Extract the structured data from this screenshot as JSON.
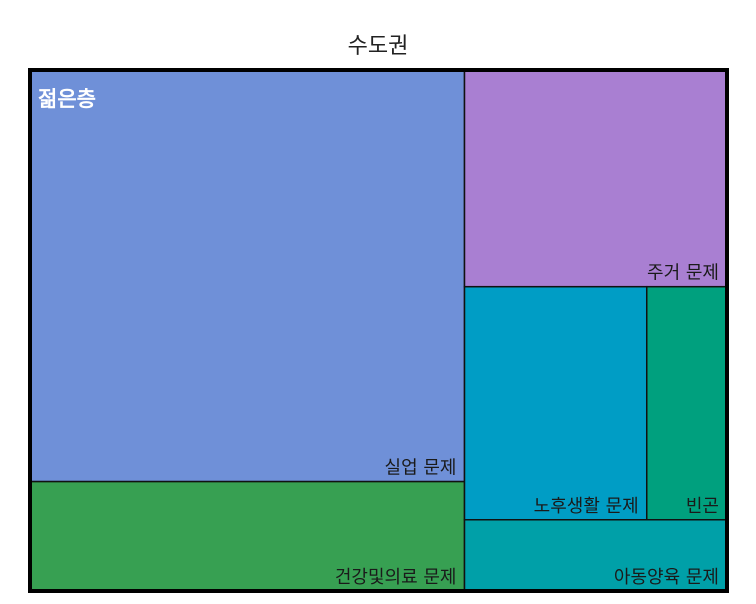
{
  "chart_data": {
    "type": "treemap",
    "title": "수도권",
    "root_label": "젊은층",
    "unit": "",
    "items": [
      {
        "label": "실업 문제",
        "value": 45.9,
        "color": "#6f90d8"
      },
      {
        "label": "건강및의료 문제",
        "value": 12.2,
        "color": "#37a052"
      },
      {
        "label": "주거 문제",
        "value": 14.6,
        "color": "#a97fd2"
      },
      {
        "label": "노후생활 문제",
        "value": 10.9,
        "color": "#009dc5"
      },
      {
        "label": "빈곤",
        "value": 4.8,
        "color": "#00a07e"
      },
      {
        "label": "아동양육 문제",
        "value": 4.8,
        "color": "#00a0a8"
      }
    ]
  }
}
